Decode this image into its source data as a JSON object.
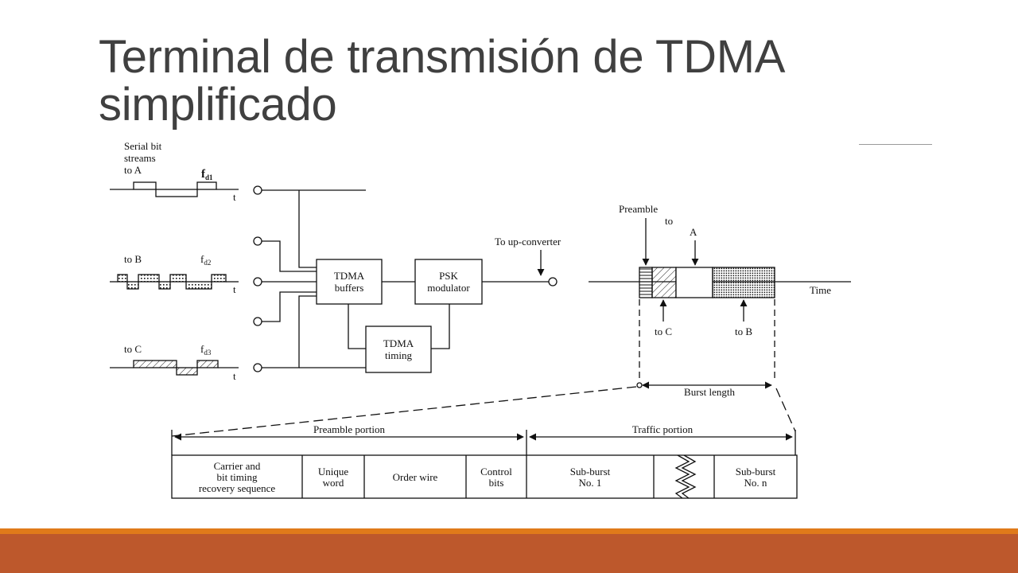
{
  "slide": {
    "title_line1": "Terminal de transmisión de TDMA",
    "title_line2": "simplificado"
  },
  "colors": {
    "title": "#404040",
    "accent_stripe": "#e07a1a",
    "accent_band": "#bd582c",
    "ink": "#111111"
  },
  "diagram": {
    "inputs": {
      "a_label_1": "Serial bit",
      "a_label_2": "streams",
      "a_label_3": "to A",
      "b_label": "to B",
      "c_label": "to C",
      "f_main": "f",
      "fd1_sub": "d1",
      "fd2_sub": "d2",
      "fd3_sub": "d3",
      "t_label": "t"
    },
    "blocks": {
      "buffers_1": "TDMA",
      "buffers_2": "buffers",
      "psk_1": "PSK",
      "psk_2": "modulator",
      "timing_1": "TDMA",
      "timing_2": "timing",
      "up_converter": "To up-converter"
    },
    "burst": {
      "preamble": "Preamble",
      "to": "to",
      "a": "A",
      "time": "Time",
      "to_c": "to C",
      "to_b": "to B",
      "burst_length": "Burst length"
    },
    "frame": {
      "preamble_portion": "Preamble portion",
      "traffic_portion": "Traffic portion",
      "carrier_1": "Carrier and",
      "carrier_2": "bit timing",
      "carrier_3": "recovery sequence",
      "unique_1": "Unique",
      "unique_2": "word",
      "order_wire": "Order wire",
      "control_1": "Control",
      "control_2": "bits",
      "sub1_1": "Sub-burst",
      "sub1_2": "No. 1",
      "subn_1": "Sub-burst",
      "subn_2": "No. n"
    }
  }
}
